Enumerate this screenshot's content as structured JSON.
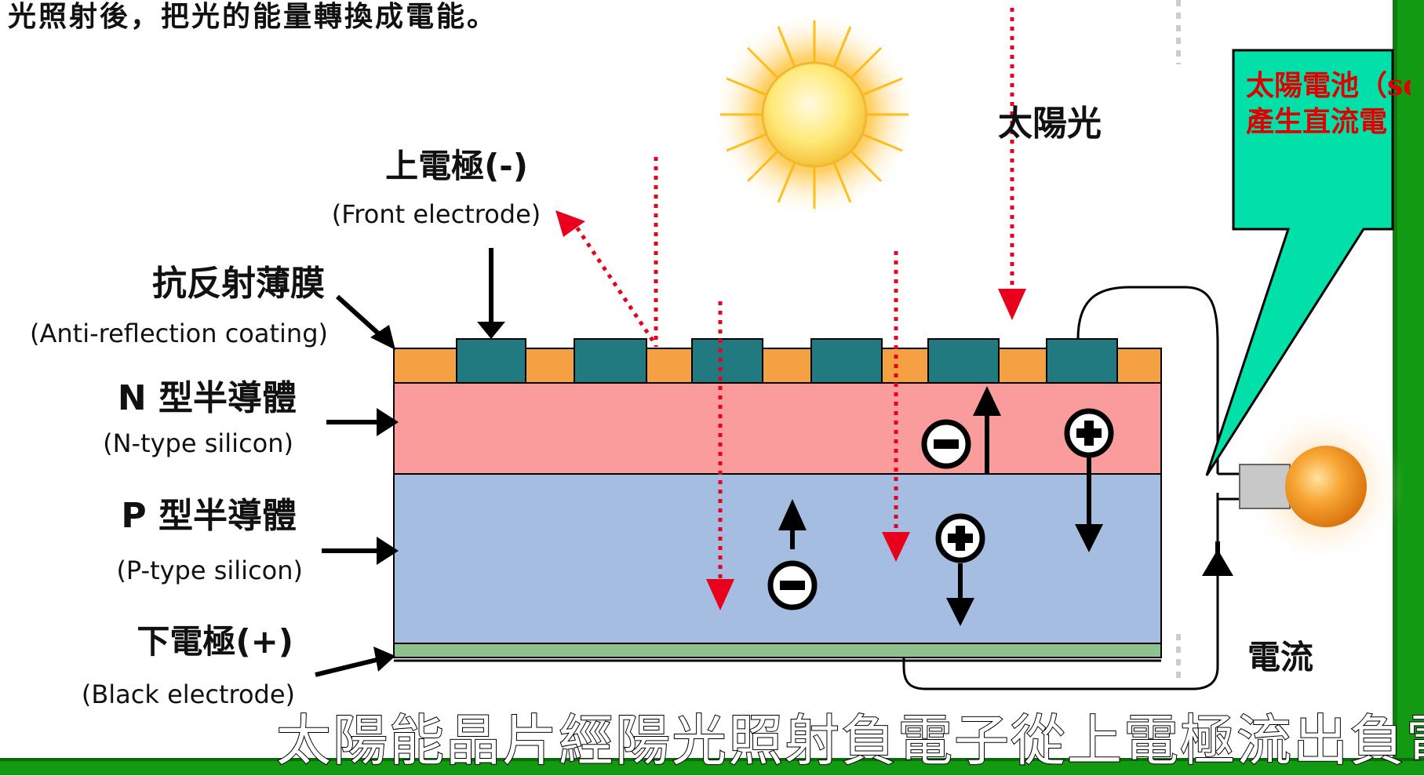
{
  "header_text": "光照射後，把光的能量轉換成電能。",
  "sunlight_label": "太陽光",
  "front_electrode": {
    "cn": "上電極(-)",
    "en": "(Front electrode)"
  },
  "anti_reflection": {
    "cn": "抗反射薄膜",
    "en": "(Anti-reflection coating)"
  },
  "n_type": {
    "cn": "N 型半導體",
    "en": "(N-type silicon)"
  },
  "p_type": {
    "cn": "P 型半導體",
    "en": "(P-type silicon)"
  },
  "back_electrode": {
    "cn": "下電極(+)",
    "en": "(Black electrode)"
  },
  "current_label": "電流",
  "callout": {
    "line1": "太陽電池（sol",
    "line2": "產生直流電"
  },
  "caption": "太陽能晶片經陽光照射負電子從上電極流出負電",
  "colors": {
    "anti_reflection": "#f5a143",
    "electrode_block": "#217a80",
    "n_layer": "#fb9c9c",
    "p_layer": "#a5bde0",
    "back_layer": "#8dc18d",
    "light_ray": "#e8001c",
    "callout_fill": "#00e0a8",
    "green_bar": "#139a13",
    "bulb": "#f29a1e"
  }
}
